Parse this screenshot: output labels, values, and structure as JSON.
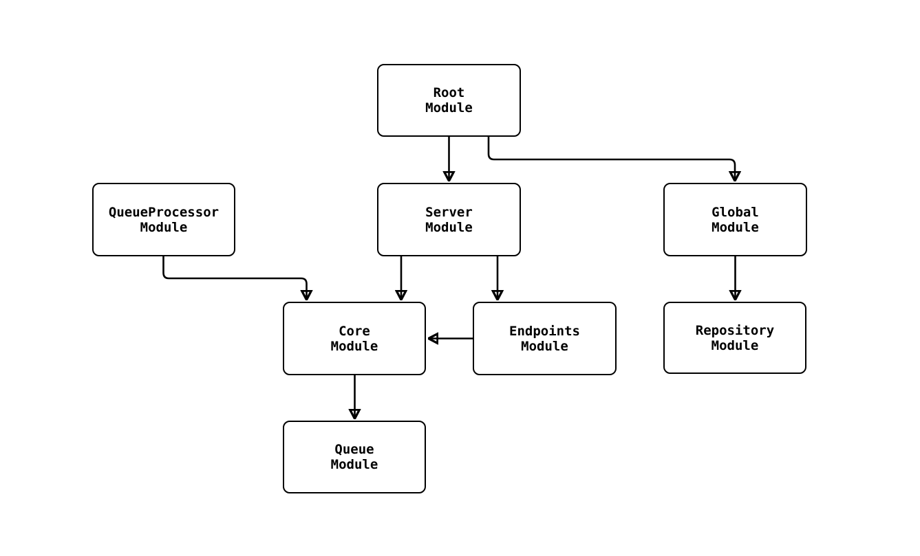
{
  "diagram": {
    "type": "flowchart",
    "background_color": "#ffffff",
    "stroke_color": "#000000",
    "text_color": "#000000",
    "nodes": [
      {
        "id": "root",
        "label": "Root\nModule"
      },
      {
        "id": "queueprocessor",
        "label": "QueueProcessor\nModule"
      },
      {
        "id": "server",
        "label": "Server\nModule"
      },
      {
        "id": "global",
        "label": "Global\nModule"
      },
      {
        "id": "core",
        "label": "Core\nModule"
      },
      {
        "id": "endpoints",
        "label": "Endpoints\nModule"
      },
      {
        "id": "repository",
        "label": "Repository\nModule"
      },
      {
        "id": "queue",
        "label": "Queue\nModule"
      }
    ],
    "edges": [
      {
        "from": "root",
        "to": "server"
      },
      {
        "from": "root",
        "to": "global"
      },
      {
        "from": "queueprocessor",
        "to": "core"
      },
      {
        "from": "server",
        "to": "core"
      },
      {
        "from": "server",
        "to": "endpoints"
      },
      {
        "from": "endpoints",
        "to": "core"
      },
      {
        "from": "global",
        "to": "repository"
      },
      {
        "from": "core",
        "to": "queue"
      }
    ]
  }
}
